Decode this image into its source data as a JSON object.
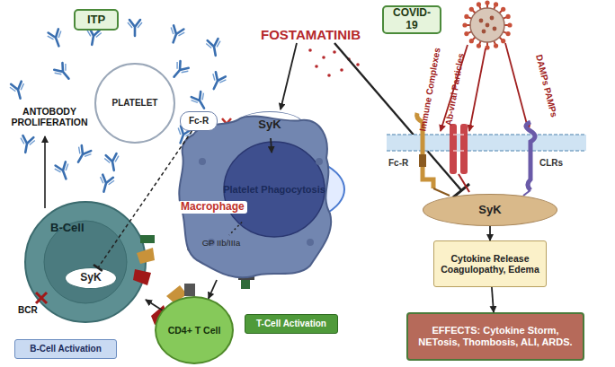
{
  "diagram": {
    "nodes": [
      {
        "text": [
          "ITP"
        ]
      },
      {
        "text": [
          "PLATELET"
        ]
      },
      {
        "text": [
          "Macrophage"
        ]
      },
      {
        "text": [
          "SyK"
        ],
        "in": 2
      },
      {
        "text": [
          "Platelet Phagocytosis"
        ],
        "in": 2
      },
      {
        "text": [
          "Fc-R"
        ]
      },
      {
        "text": [
          "GP IIb/IIIa"
        ],
        "in": 2
      },
      {
        "text": [
          "B-Cell"
        ]
      },
      {
        "text": [
          "SyK"
        ],
        "in": 7
      },
      {
        "text": [
          "CD4+ T Cell"
        ]
      },
      {
        "text": [
          "B-Cell Activation"
        ]
      },
      {
        "text": [
          "T-Cell Activation"
        ]
      },
      {
        "text": [
          "COVID-19"
        ]
      },
      {
        "text": [
          "SyK"
        ]
      },
      {
        "text": [
          "Cytokine Release Coagulopathy, Edema"
        ]
      },
      {
        "text": [
          "EFFECTS: Cytokine Storm, NETosis, Thombosis, ALI, ARDS."
        ]
      }
    ],
    "edges": [
      {
        "from": 3,
        "to": 4,
        "arrow": "to"
      },
      {
        "from": 4,
        "to": 6,
        "arrow": "none"
      },
      {
        "from": 5,
        "to": 8,
        "arrow": "none"
      },
      {
        "from": 2,
        "to": 9,
        "arrow": "to"
      },
      {
        "from": 9,
        "to": 7,
        "arrow": "to"
      },
      {
        "from": 13,
        "to": 14,
        "arrow": "to"
      },
      {
        "from": 14,
        "to": 15,
        "arrow": "to"
      }
    ],
    "labels": [
      "ANTOBODY PROLIFERATION",
      "FOSTAMATINIB",
      "BCR",
      "Immune Complexes",
      "Ab-viral Particles",
      "DAMPs PAMPs",
      "Fc-R",
      "CLRs"
    ]
  }
}
